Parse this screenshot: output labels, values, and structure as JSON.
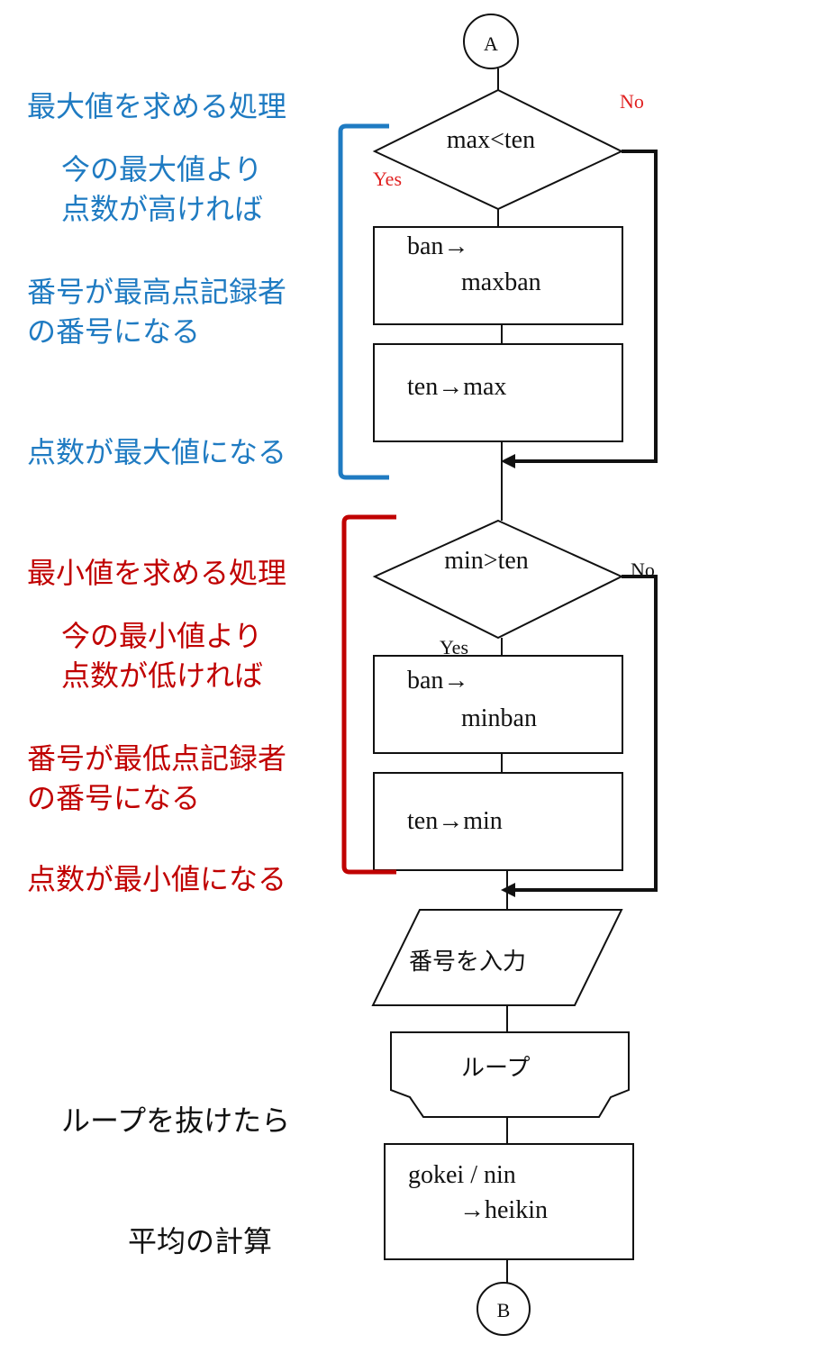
{
  "connectors": {
    "start": "A",
    "end": "B"
  },
  "max_block": {
    "decision": "max<ten",
    "no_label": "No",
    "yes_label": "Yes",
    "box1_line1": "ban→",
    "box1_line2": "maxban",
    "box2": "ten→max"
  },
  "min_block": {
    "decision": "min>ten",
    "no_label": "No",
    "yes_label": "Yes",
    "box1_line1": "ban→",
    "box1_line2": "minban",
    "box2": "ten→min"
  },
  "input_box": "番号を入力",
  "loop_end": "ループ",
  "calc_line1": "gokei / nin",
  "calc_line2": "→heikin",
  "annotations": {
    "max_title": "最大値を求める処理",
    "max_cond_1": "今の最大値より",
    "max_cond_2": "点数が高ければ",
    "max_ban_1": "番号が最高点記録者",
    "max_ban_2": "の番号になる",
    "max_ten": "点数が最大値になる",
    "min_title": "最小値を求める処理",
    "min_cond_1": "今の最小値より",
    "min_cond_2": "点数が低ければ",
    "min_ban_1": "番号が最低点記録者",
    "min_ban_2": "の番号になる",
    "min_ten": "点数が最小値になる",
    "loop_exit": "ループを抜けたら",
    "avg": "平均の計算"
  },
  "colors": {
    "blue": "#1f7bc2",
    "red": "#c00000",
    "no_yes": "#e02020"
  }
}
